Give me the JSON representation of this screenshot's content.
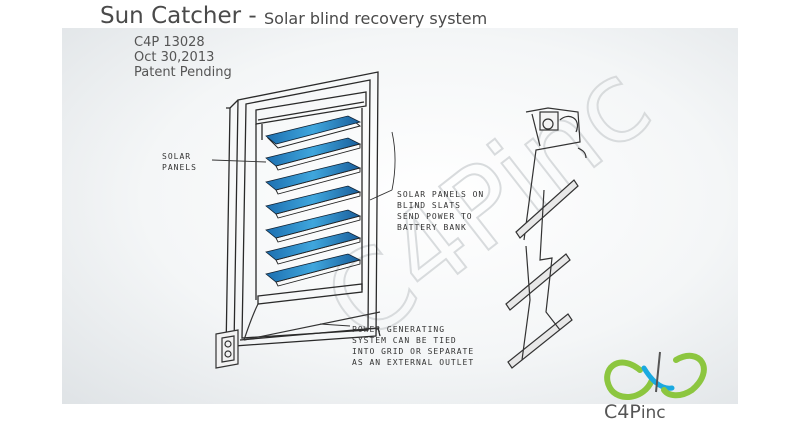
{
  "header": {
    "title": "Sun Catcher -",
    "subtitle": "Solar blind recovery system"
  },
  "meta": {
    "code": "C4P 13028",
    "date": "Oct 30,2013",
    "status": "Patent Pending"
  },
  "annotations": {
    "solar_panels": "SOLAR PANELS",
    "send_power": "SOLAR PANELS ON BLIND SLATS SEND POWER TO BATTERY BANK",
    "power_generating": "POWER GENERATING SYSTEM CAN BE TIED INTO GRID OR SEPARATE AS AN EXTERNAL OUTLET"
  },
  "watermark": "C4Pinc",
  "logo": {
    "name": "C4P",
    "suffix": "inc",
    "colors": {
      "blue": "#1aa9e0",
      "green": "#8cc63f",
      "ink": "#555555"
    }
  },
  "panel_color": "#2a8fc9"
}
